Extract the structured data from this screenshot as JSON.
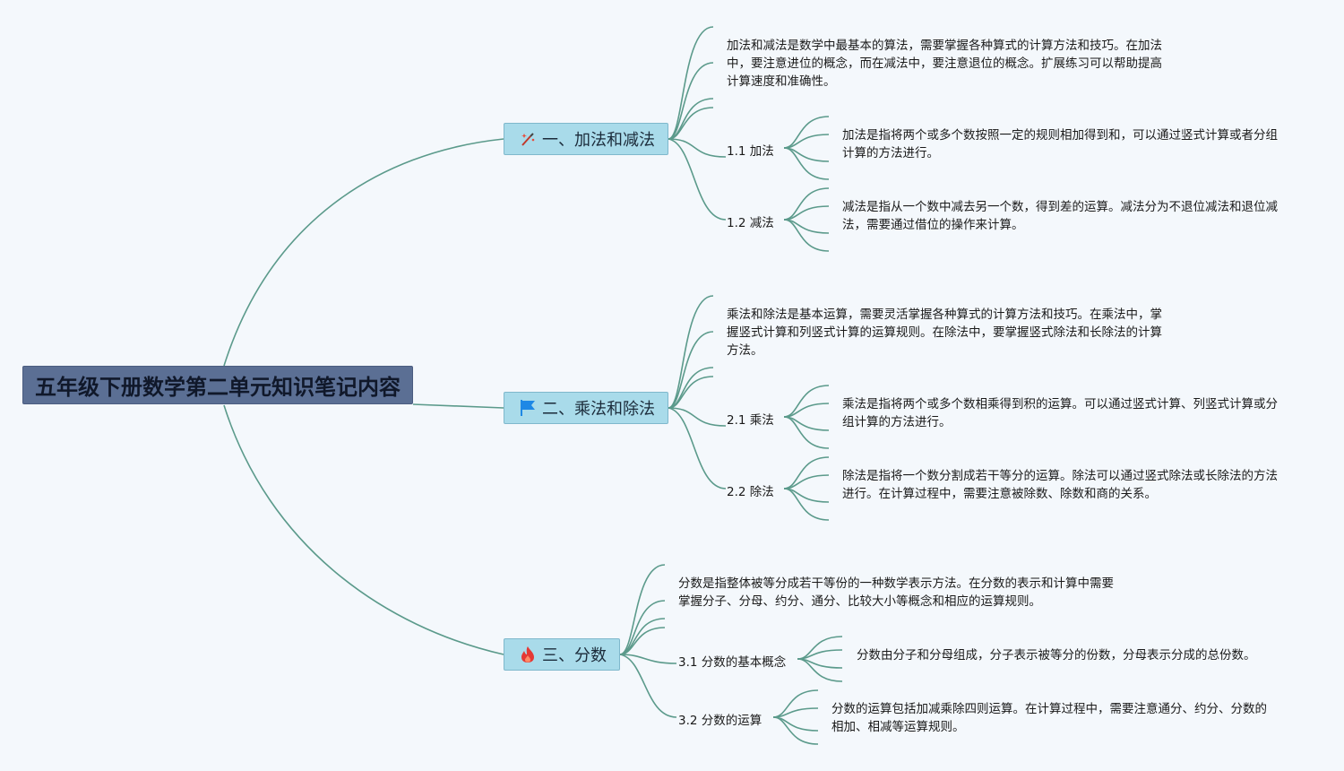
{
  "root": {
    "title": "五年级下册数学第二单元知识笔记内容"
  },
  "branches": [
    {
      "icon": "magic-wand-icon",
      "label": "一、加法和减法",
      "desc": "加法和减法是数学中最基本的算法，需要掌握各种算式的计算方法和技巧。在加法中，要注意进位的概念，而在减法中，要注意退位的概念。扩展练习可以帮助提高计算速度和准确性。",
      "subs": [
        {
          "label": "1.1 加法",
          "text": "加法是指将两个或多个数按照一定的规则相加得到和，可以通过竖式计算或者分组计算的方法进行。"
        },
        {
          "label": "1.2 减法",
          "text": "减法是指从一个数中减去另一个数，得到差的运算。减法分为不退位减法和退位减法，需要通过借位的操作来计算。"
        }
      ]
    },
    {
      "icon": "flag-icon",
      "label": "二、乘法和除法",
      "desc": "乘法和除法是基本运算，需要灵活掌握各种算式的计算方法和技巧。在乘法中，掌握竖式计算和列竖式计算的运算规则。在除法中，要掌握竖式除法和长除法的计算方法。",
      "subs": [
        {
          "label": "2.1 乘法",
          "text": "乘法是指将两个或多个数相乘得到积的运算。可以通过竖式计算、列竖式计算或分组计算的方法进行。"
        },
        {
          "label": "2.2 除法",
          "text": "除法是指将一个数分割成若干等分的运算。除法可以通过竖式除法或长除法的方法进行。在计算过程中，需要注意被除数、除数和商的关系。"
        }
      ]
    },
    {
      "icon": "fire-icon",
      "label": "三、分数",
      "desc": "分数是指整体被等分成若干等份的一种数学表示方法。在分数的表示和计算中需要掌握分子、分母、约分、通分、比较大小等概念和相应的运算规则。",
      "subs": [
        {
          "label": "3.1 分数的基本概念",
          "text": "分数由分子和分母组成，分子表示被等分的份数，分母表示分成的总份数。"
        },
        {
          "label": "3.2 分数的运算",
          "text": "分数的运算包括加减乘除四则运算。在计算过程中，需要注意通分、约分、分数的相加、相减等运算规则。"
        }
      ]
    }
  ],
  "colors": {
    "line": "#5b9a8b",
    "topic_bg": "#a9dbea",
    "root_bg": "#5b6f94"
  }
}
